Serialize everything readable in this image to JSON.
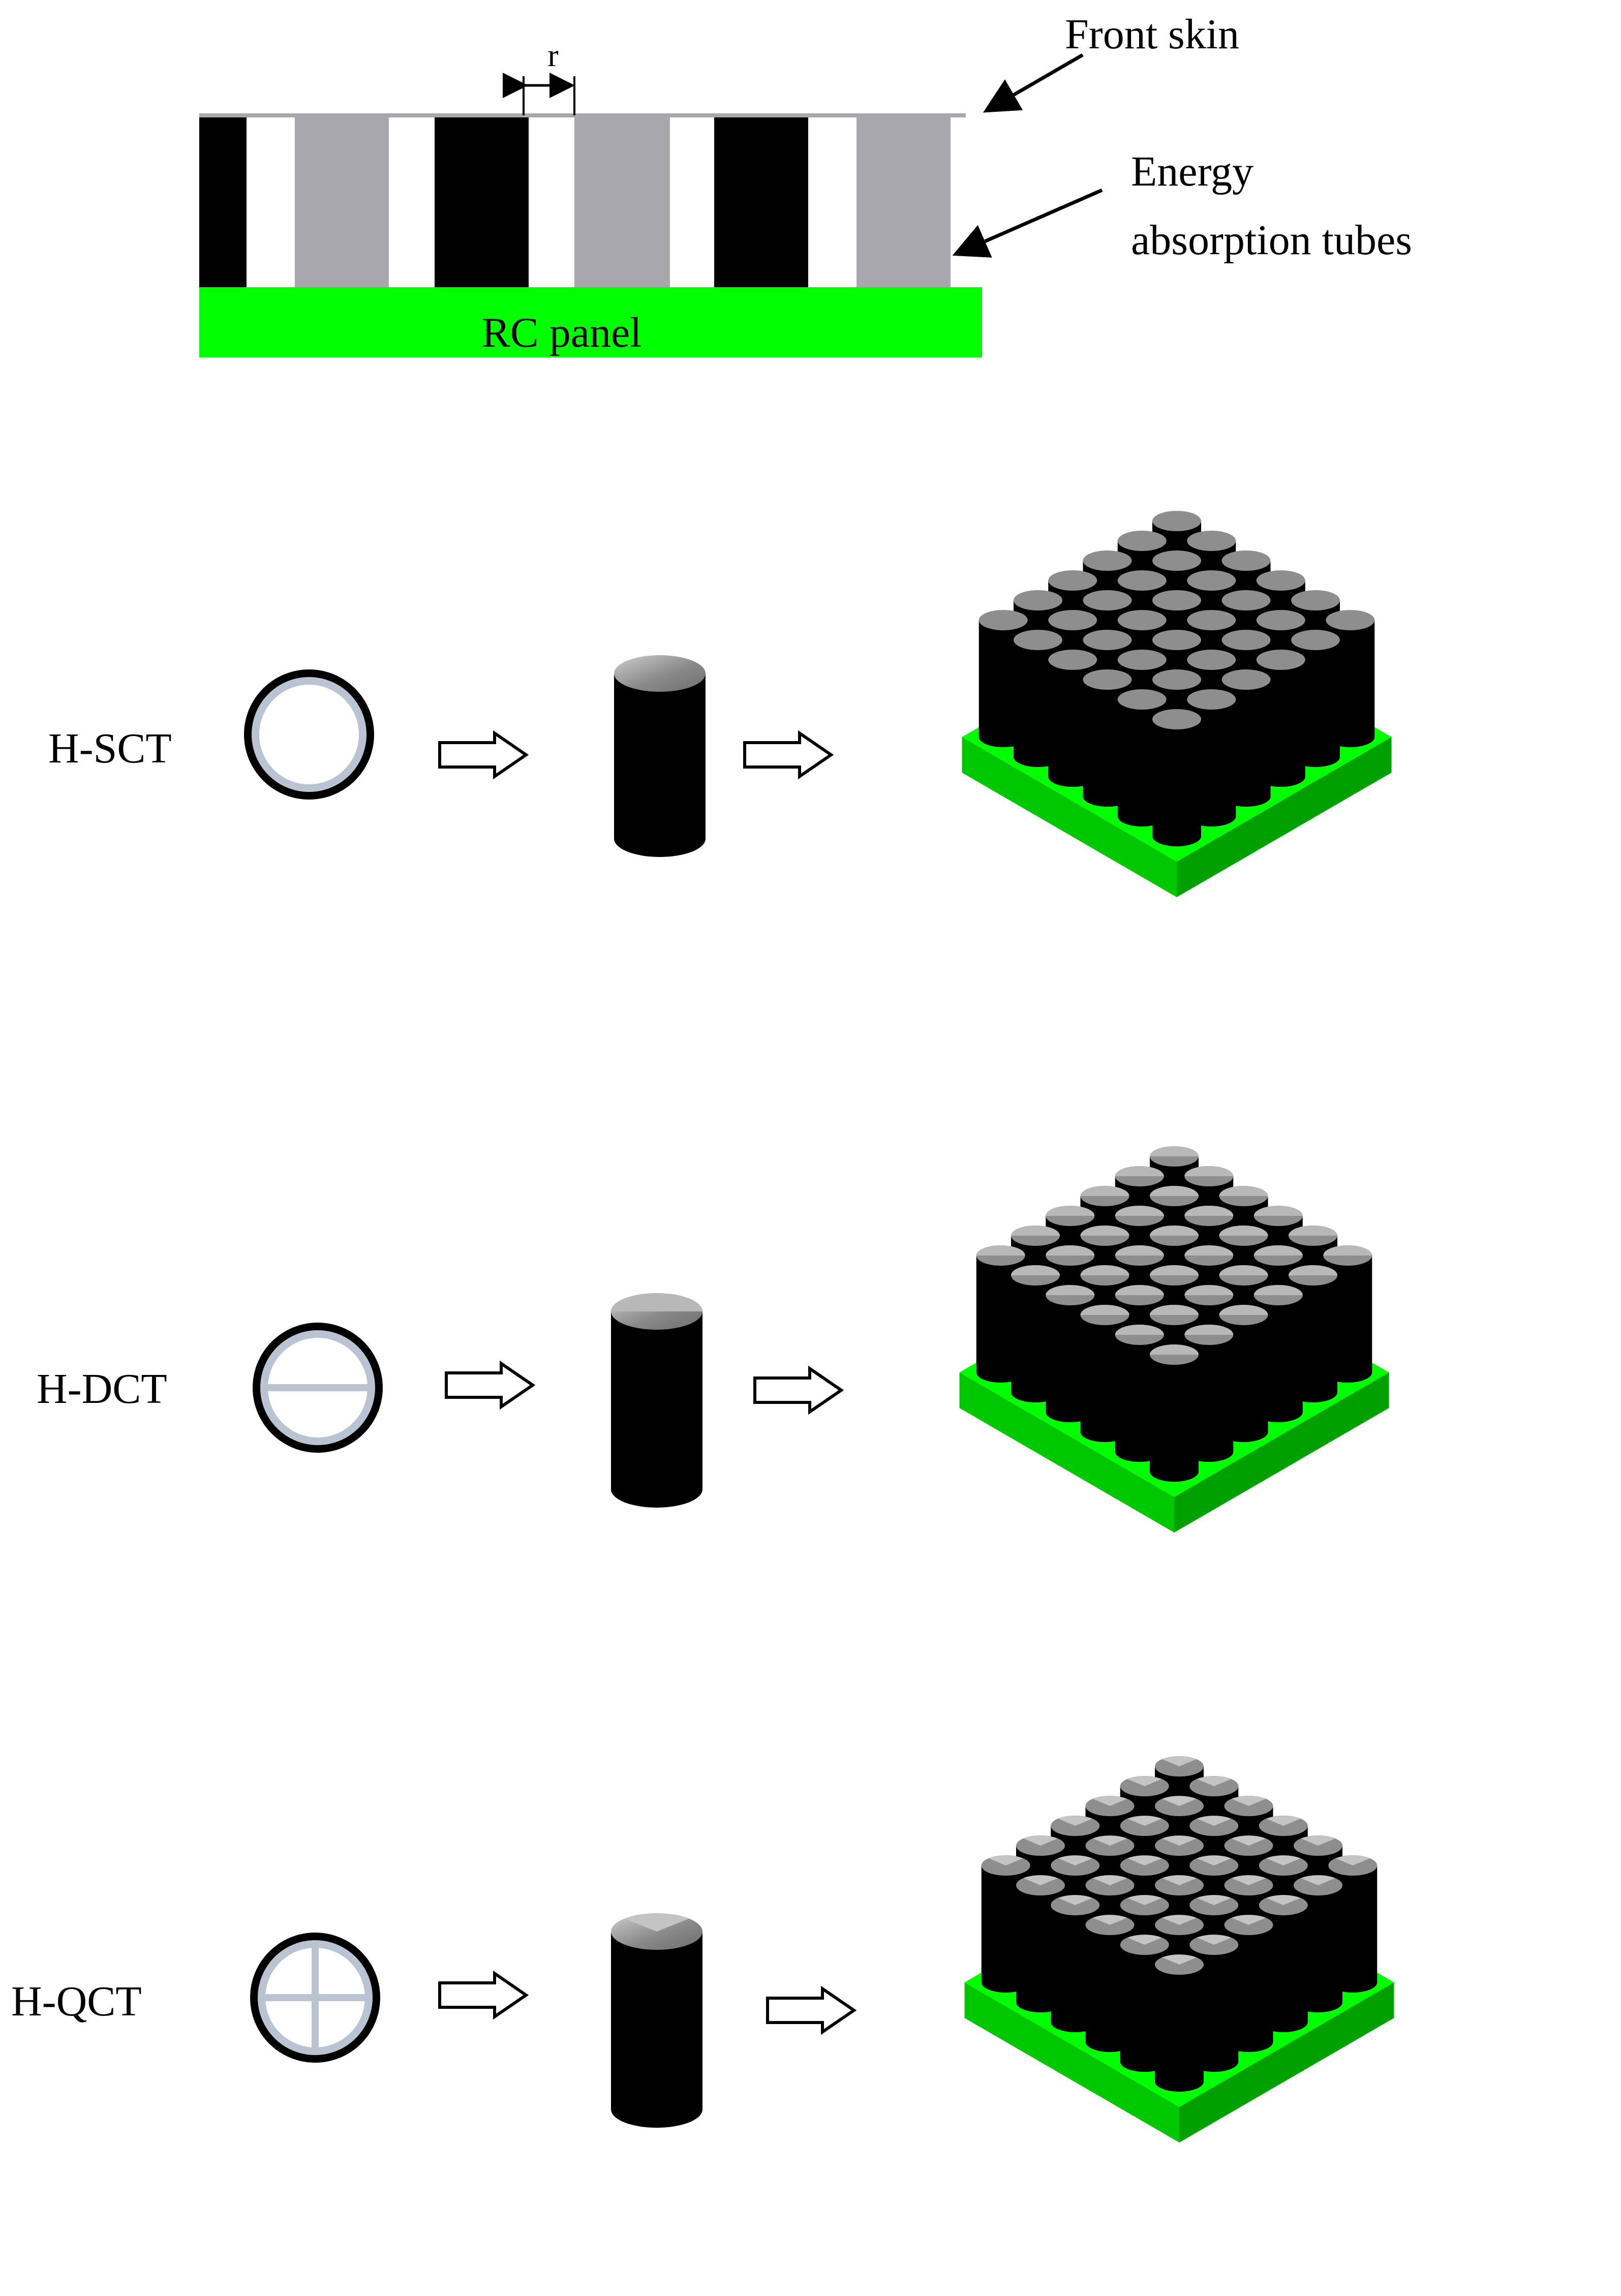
{
  "section_view": {
    "dimension_label": "r",
    "front_skin_label": "Front skin",
    "tubes_label_line1": "Energy",
    "tubes_label_line2": "absorption tubes",
    "panel_label": "RC panel"
  },
  "rows": [
    {
      "label": "H-SCT",
      "ribs": 0
    },
    {
      "label": "H-DCT",
      "ribs": 1
    },
    {
      "label": "H-QCT",
      "ribs": 2
    }
  ],
  "array_grid": {
    "rows": 6,
    "cols": 6
  },
  "colors": {
    "panel_green": "#00ff00",
    "tube_black": "#000000",
    "tube_grey": "#a7a7ad",
    "cap_grey": "#8c8c8c",
    "rib_blue": "#b9c3d2"
  }
}
